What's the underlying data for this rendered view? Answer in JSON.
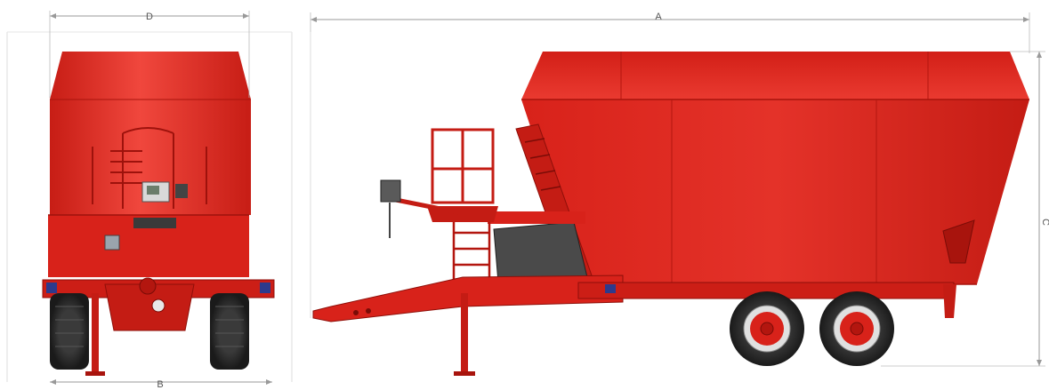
{
  "dimensions": {
    "a": "A",
    "b": "B",
    "c": "C",
    "d": "D"
  },
  "colors": {
    "body_red": "#e0241b",
    "dark_red": "#b3160f",
    "light_red": "#f0473d",
    "tyre": "#2a2a2a",
    "line": "#999999"
  }
}
